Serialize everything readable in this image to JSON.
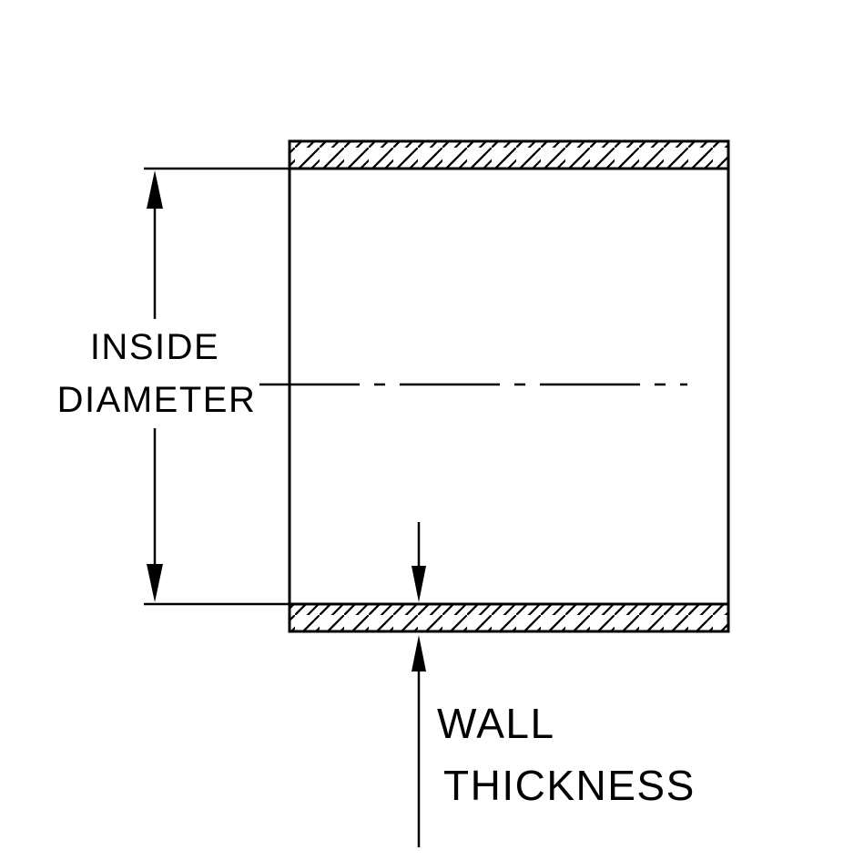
{
  "diagram": {
    "type": "technical-drawing",
    "subject": "tube cross-section with dimension callouts",
    "labels": {
      "inside_line1": "INSIDE",
      "inside_line2": "DIAMETER",
      "wall_line1": "WALL",
      "wall_line2": "THICKNESS"
    },
    "colors": {
      "line": "#000000",
      "background": "#ffffff"
    }
  }
}
